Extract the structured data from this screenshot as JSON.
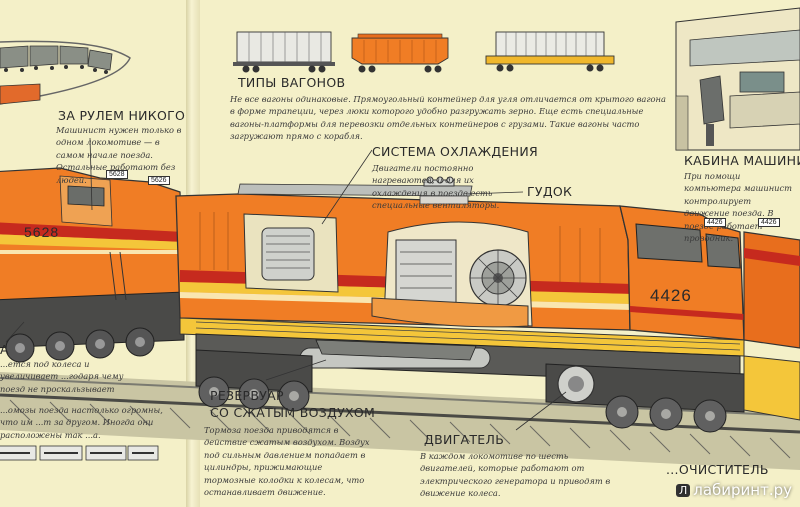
{
  "sections": {
    "wagon_types": {
      "title": "ТИПЫ ВАГОНОВ",
      "text": "Не все вагоны одинаковые. Прямоугольный контейнер для угля отличается от крытого вагона в форме трапеции, через люки которого удобно разгружать зерно. Еще есть специальные вагоны-платформы для перевозки отдельных контейнеров с грузами. Такие вагоны часто загружают прямо с корабля."
    },
    "no_driver": {
      "title": "ЗА РУЛЕМ НИКОГО",
      "text": "Машинист нужен только в одном локомотиве — в самом начале поезда. Остальные работают без людей."
    },
    "cooling": {
      "title": "СИСТЕМА ОХЛАЖДЕНИЯ",
      "text": "Двигатели постоянно нагреваются, и для их охлаждения в поезде есть специальные вентиляторы."
    },
    "horn": {
      "title": "ГУДОК"
    },
    "cab": {
      "title": "КАБИНА МАШИНИСТА",
      "text": "При помощи компьютера машинист контролирует движение поезда. В поезде работает проводник."
    },
    "sand": {
      "title": "А",
      "text": "...ется под колеса и увеличивает ...годаря чему поезд не проскальзывает"
    },
    "brakes_left": {
      "text": "...омозы поезда настолько огромны, что им ...т за другом. Иногда они расположены так ...а."
    },
    "reservoir": {
      "title_line1": "РЕЗЕРВУАР",
      "title_line2": "СО СЖАТЫМ ВОЗДУХОМ",
      "text": "Тормоза поезда приводятся в действие сжатым воздухом. Воздух под сильным давлением попадает в цилиндры, прижимающие тормозные колодки к колесам, что останавливает движение."
    },
    "engine": {
      "title": "ДВИГАТЕЛЬ",
      "text": "В каждом локомотиве по шесть двигателей, которые работают от электрического генератора и приводят в движение колеса."
    },
    "cleaner": {
      "title": "...ОЧИСТИТЕЛЬ"
    }
  },
  "locomotives": {
    "main_number": "4426",
    "main_cab_number": "4426",
    "main_cab_number2": "4426",
    "rear_number": "5628",
    "rear_cab_number": "5628",
    "rear_cab_number2": "5626"
  },
  "watermark": {
    "box": "Л",
    "text": "лабиринт.ру"
  },
  "colors": {
    "orange": "#f07d25",
    "yellow_stripe": "#f4c63a",
    "red_stripe": "#c62a1e",
    "paper": "#f4f0c8",
    "metal": "#b8bab6",
    "dark": "#3d3d3d"
  }
}
